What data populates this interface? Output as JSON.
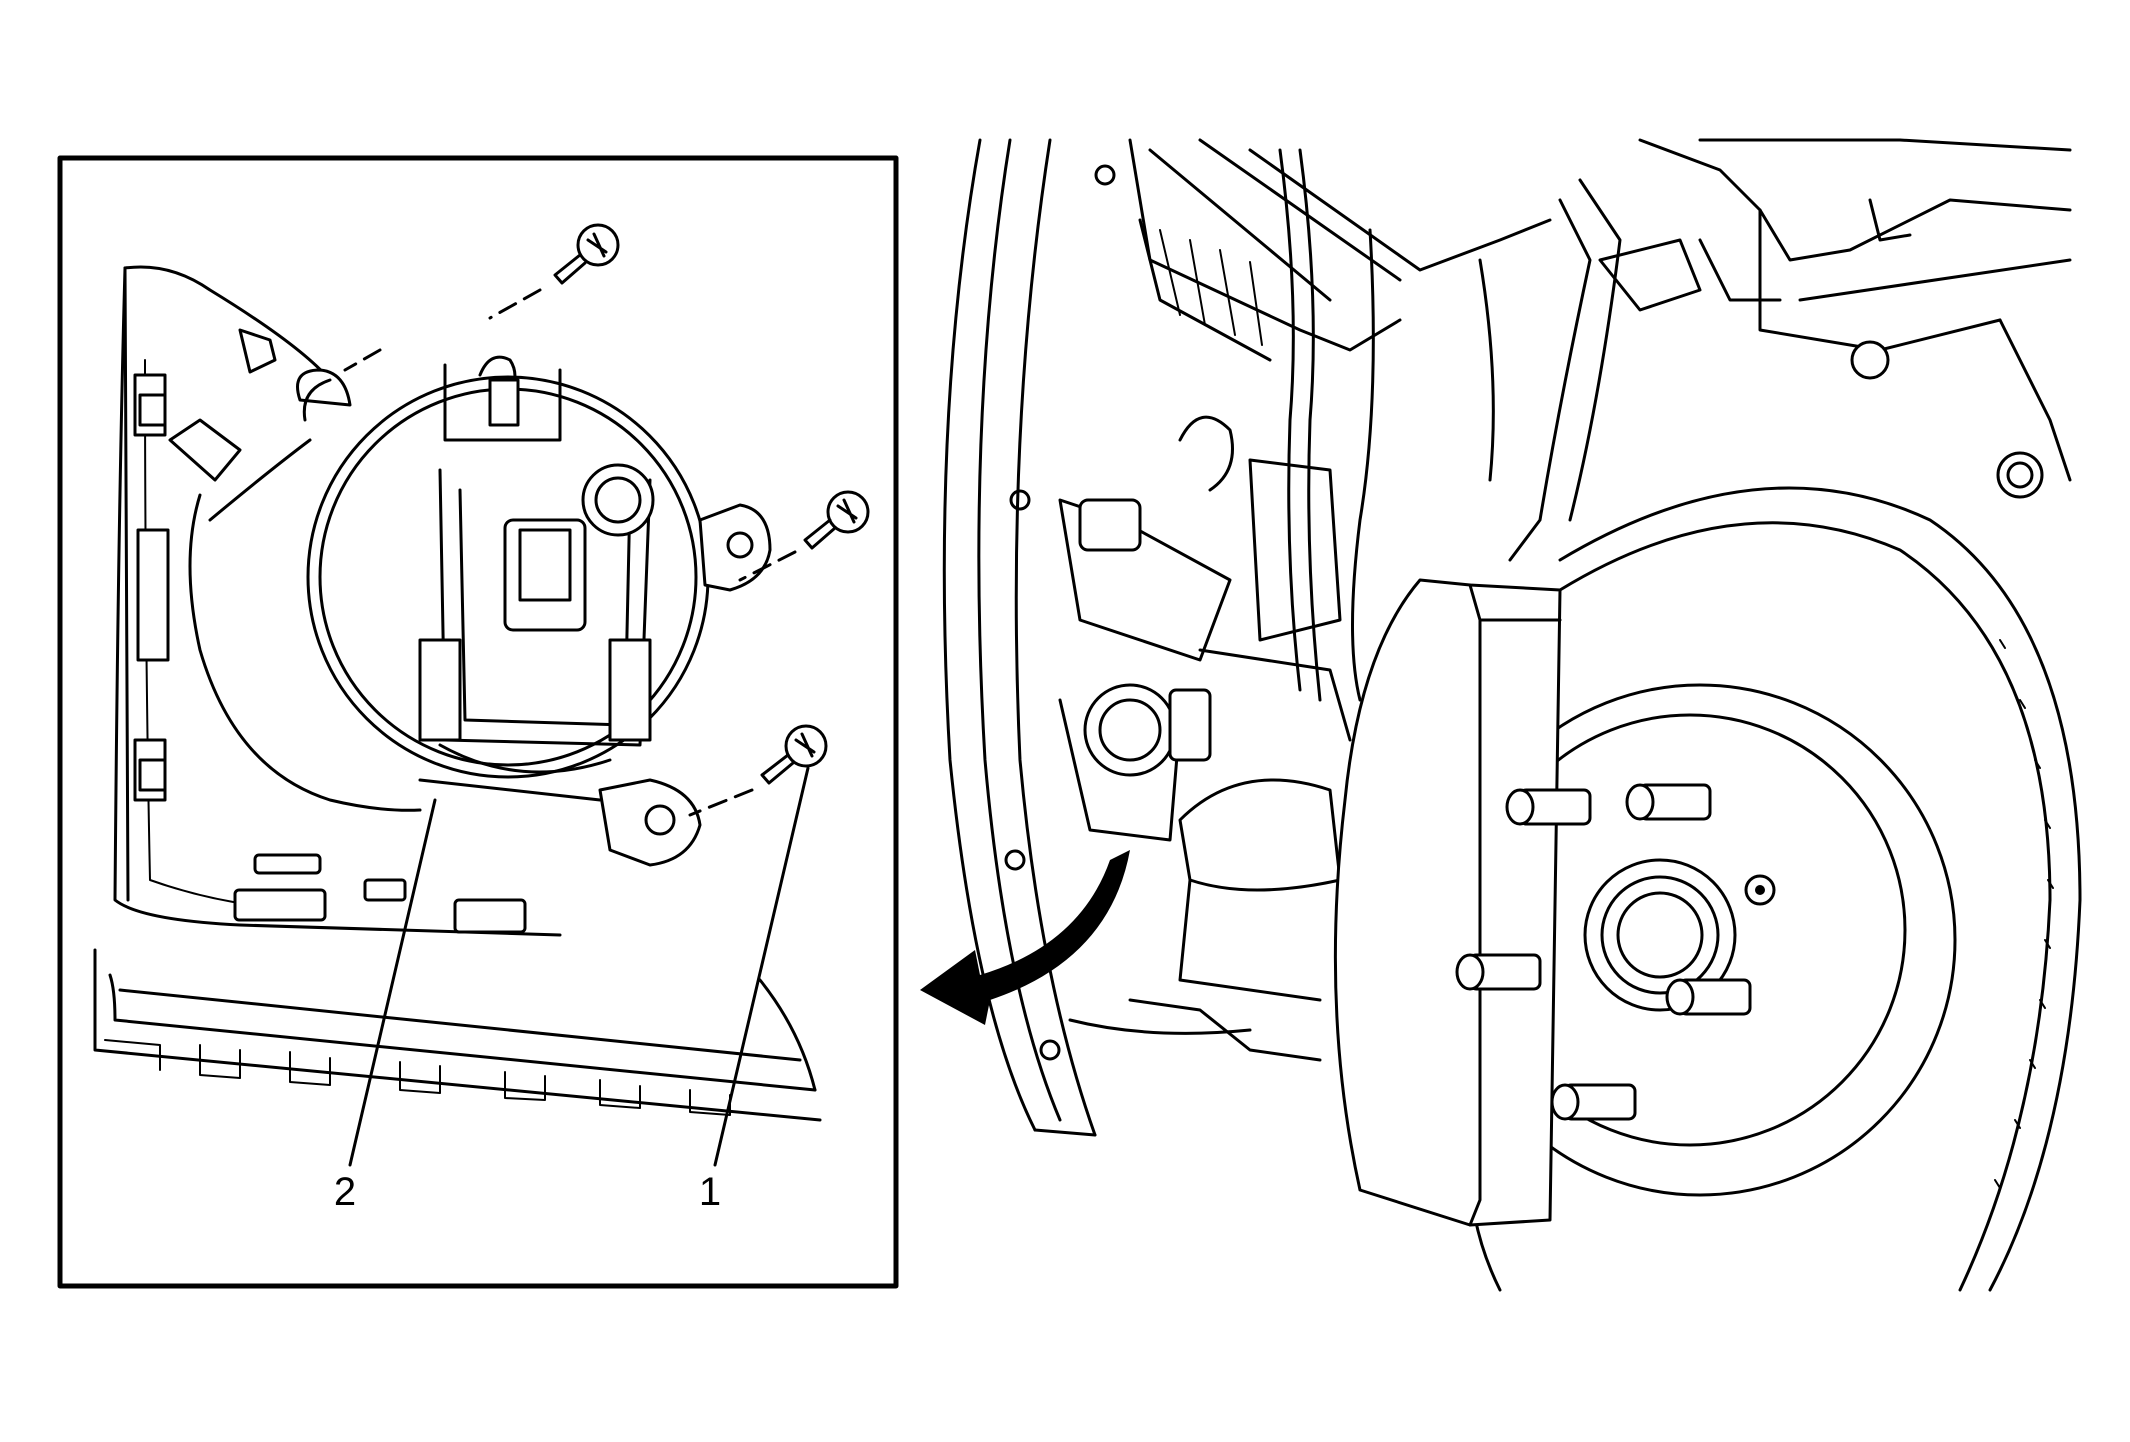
{
  "callouts": [
    {
      "id": "1",
      "label": "1",
      "part": "fastener"
    },
    {
      "id": "2",
      "label": "2",
      "part": "lamp housing"
    }
  ],
  "colors": {
    "line": "#000000",
    "background": "#ffffff"
  },
  "icons": {
    "direction": "curved-arrow-icon"
  }
}
